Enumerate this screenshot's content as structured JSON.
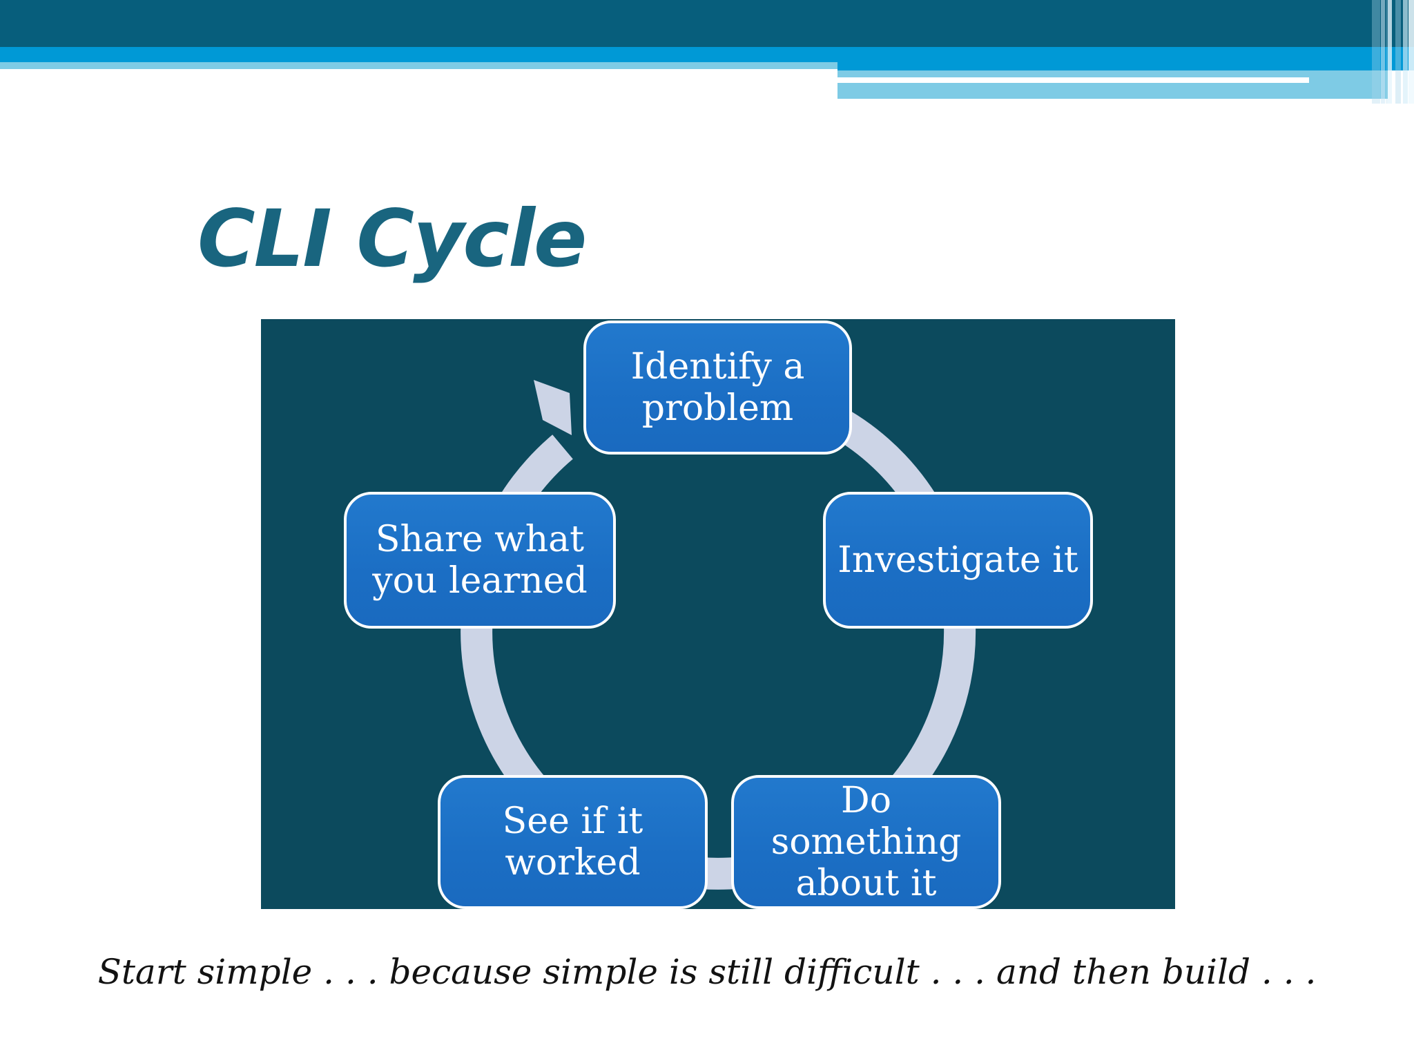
{
  "slide": {
    "title": "CLI Cycle",
    "caption": "Start simple . . . because simple is still difficult . . . and then build . . ."
  },
  "diagram": {
    "type": "cycle",
    "direction": "clockwise",
    "nodes": [
      {
        "label": "Identify a\nproblem"
      },
      {
        "label": "Investigate it"
      },
      {
        "label": "Do something\nabout it"
      },
      {
        "label": "See if it\nworked"
      },
      {
        "label": "Share what\nyou learned"
      }
    ],
    "colors": {
      "panel_background": "#0c4a5d",
      "node_fill": "#1c72c6",
      "node_border": "#ffffff",
      "node_text": "#ffffff",
      "arrow": "#ccd4e6"
    }
  },
  "theme": {
    "title_color": "#19657f",
    "caption_color": "#121212",
    "header": {
      "dark_band": "#075e7c",
      "bright_band": "#0099d6",
      "light_band": "#7ecbe5"
    }
  }
}
